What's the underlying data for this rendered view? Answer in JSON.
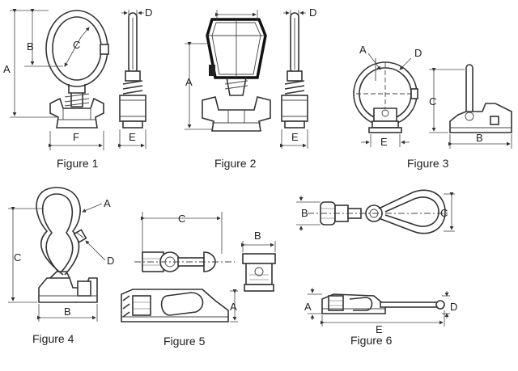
{
  "figures": [
    {
      "caption": "Figure 1",
      "labels": {
        "a": "A",
        "b": "B",
        "c": "C",
        "d": "D",
        "e": "E",
        "f": "F"
      }
    },
    {
      "caption": "Figure 2",
      "labels": {
        "a": "A",
        "d": "D",
        "e": "E"
      }
    },
    {
      "caption": "Figure 3",
      "labels": {
        "a": "A",
        "b": "B",
        "c": "C",
        "d": "D",
        "e": "E"
      }
    },
    {
      "caption": "Figure 4",
      "labels": {
        "a": "A",
        "b": "B",
        "c": "C",
        "d": "D"
      }
    },
    {
      "caption": "Figure 5",
      "labels": {
        "a": "A",
        "b": "B",
        "c": "C"
      }
    },
    {
      "caption": "Figure 6",
      "labels": {
        "a": "A",
        "b": "B",
        "c": "C",
        "d": "D",
        "e": "E"
      }
    }
  ]
}
